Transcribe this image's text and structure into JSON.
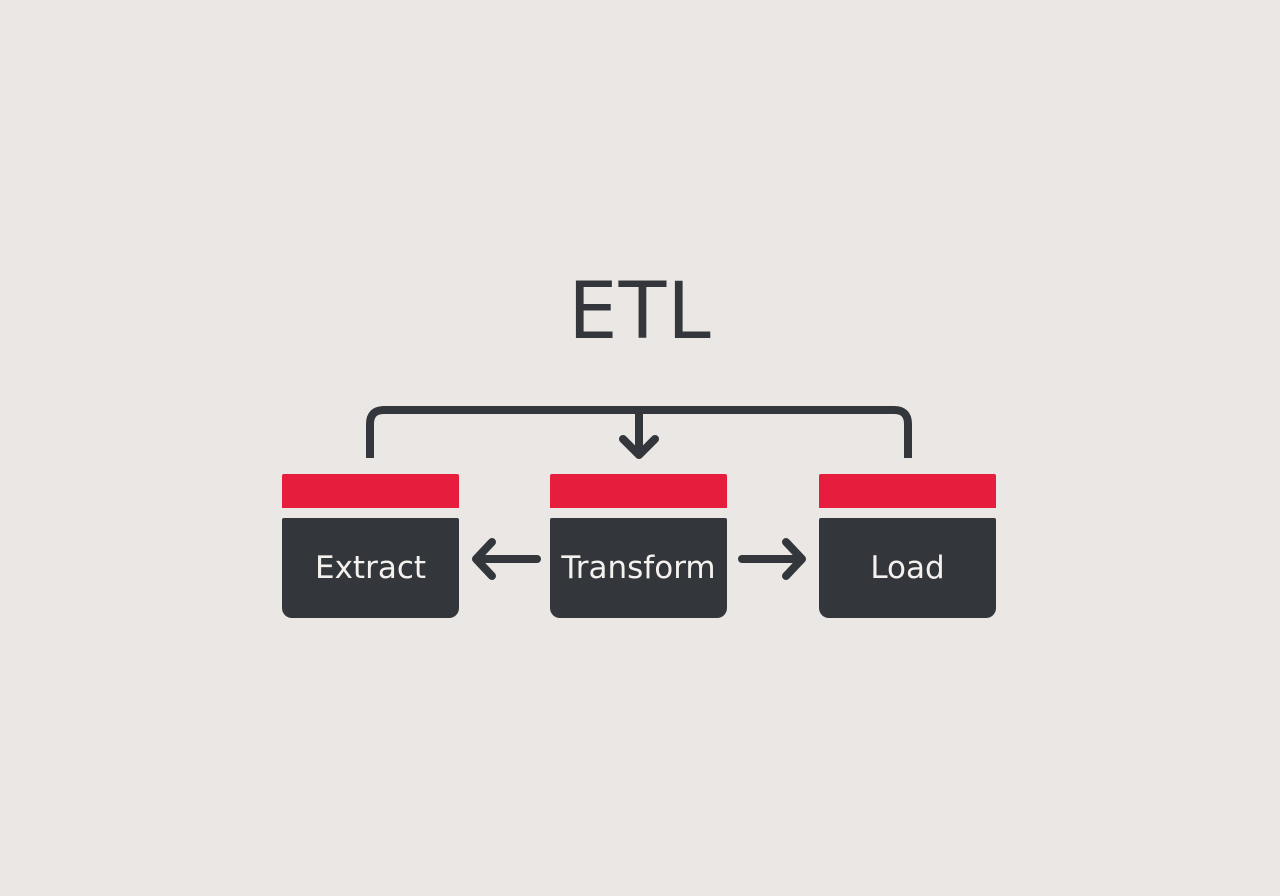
{
  "diagram": {
    "title": "ETL",
    "stages": [
      {
        "id": "extract",
        "label": "Extract"
      },
      {
        "id": "transform",
        "label": "Transform"
      },
      {
        "id": "load",
        "label": "Load"
      }
    ],
    "colors": {
      "background": "#ebe7e5",
      "text_dark": "#33373b",
      "card_body": "#33373b",
      "card_header": "#e71d3d",
      "card_text": "#f4f1ee",
      "connector": "#33373b"
    }
  }
}
